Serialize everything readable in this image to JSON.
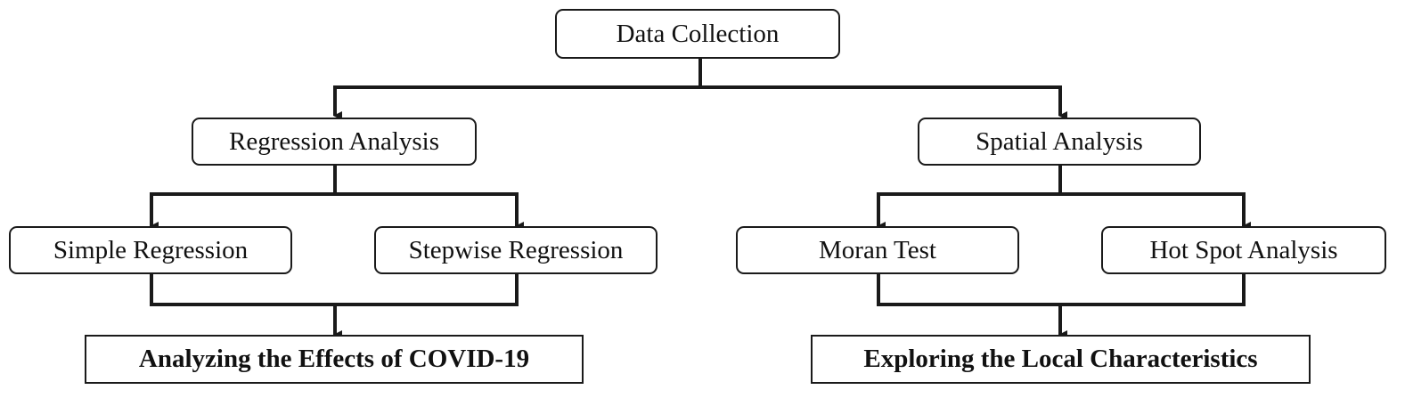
{
  "diagram": {
    "root": {
      "label": "Data Collection"
    },
    "branches": [
      {
        "label": "Regression Analysis",
        "methods": [
          {
            "label": "Simple Regression"
          },
          {
            "label": "Stepwise Regression"
          }
        ],
        "outcome": {
          "label": "Analyzing the Effects of COVID-19"
        }
      },
      {
        "label": "Spatial Analysis",
        "methods": [
          {
            "label": "Moran Test"
          },
          {
            "label": "Hot Spot Analysis"
          }
        ],
        "outcome": {
          "label": "Exploring the Local Characteristics"
        }
      }
    ],
    "colors": {
      "line": "#1a1a1a",
      "box_border": "#1a1a1a",
      "background": "#ffffff"
    }
  }
}
